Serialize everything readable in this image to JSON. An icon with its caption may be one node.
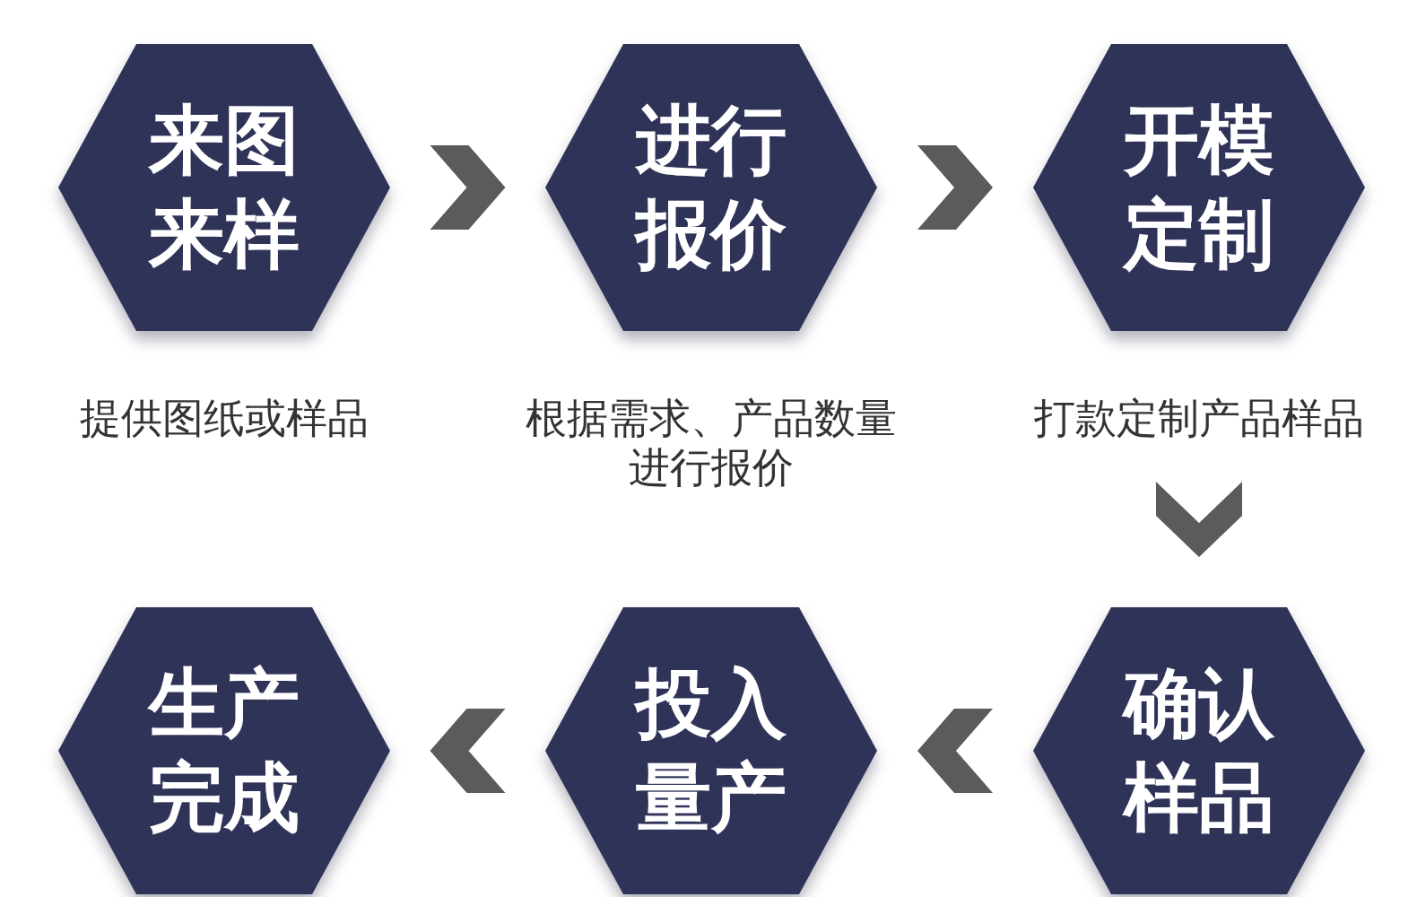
{
  "diagram": {
    "nodes": [
      {
        "text": [
          "来图来样"
        ],
        "beside": [
          "提供图纸或样品"
        ]
      },
      {
        "text": [
          "进行报价"
        ],
        "beside": [
          "根据需求、产品数量进行报价"
        ]
      },
      {
        "text": [
          "开模定制"
        ],
        "beside": [
          "打款定制产品样品"
        ]
      },
      {
        "text": [
          "生产完成"
        ]
      },
      {
        "text": [
          "投入量产"
        ]
      },
      {
        "text": [
          "确认样品"
        ]
      }
    ],
    "edges": [
      {
        "from": 0,
        "to": 1,
        "arrow": "to"
      },
      {
        "from": 1,
        "to": 2,
        "arrow": "to"
      },
      {
        "from": 2,
        "to": 5,
        "arrow": "to"
      },
      {
        "from": 5,
        "to": 4,
        "arrow": "to"
      },
      {
        "from": 4,
        "to": 3,
        "arrow": "to"
      }
    ]
  }
}
